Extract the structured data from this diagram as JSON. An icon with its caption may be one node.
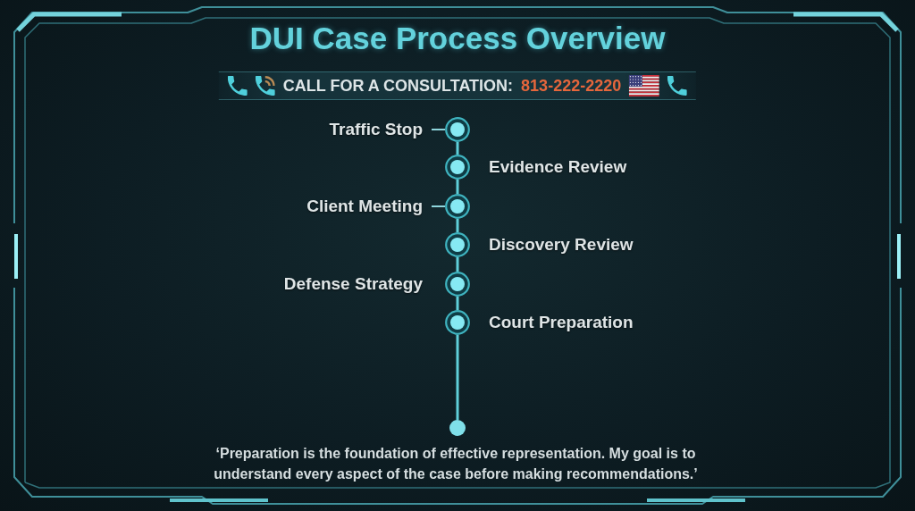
{
  "diagram": {
    "title": "DUI Case Process Overview",
    "nodes": [
      {
        "text": [],
        "shape": "circle",
        "beside": [
          "Traffic Stop"
        ]
      },
      {
        "text": [],
        "shape": "circle",
        "beside": [
          "Evidence Review"
        ]
      },
      {
        "text": [],
        "shape": "circle",
        "beside": [
          "Client Meeting"
        ]
      },
      {
        "text": [],
        "shape": "circle",
        "beside": [
          "Discovery Review"
        ]
      },
      {
        "text": [],
        "shape": "circle",
        "beside": [
          "Defense Strategy"
        ]
      },
      {
        "text": [],
        "shape": "circle",
        "beside": [
          "Court Preparation"
        ]
      },
      {
        "text": [],
        "shape": "circle"
      }
    ],
    "edges": [
      {
        "from": 0,
        "to": 1,
        "arrow": "none"
      },
      {
        "from": 1,
        "to": 2,
        "arrow": "none"
      },
      {
        "from": 2,
        "to": 3,
        "arrow": "none"
      },
      {
        "from": 3,
        "to": 4,
        "arrow": "none"
      },
      {
        "from": 4,
        "to": 5,
        "arrow": "none"
      },
      {
        "from": 5,
        "to": 6,
        "arrow": "none"
      }
    ],
    "labels": [
      "CALL FOR A CONSULTATION:",
      "813-222-2220",
      "‘Preparation is the foundation of effective representation. My goal is to understand every aspect of the case before making recommendations.’"
    ]
  }
}
